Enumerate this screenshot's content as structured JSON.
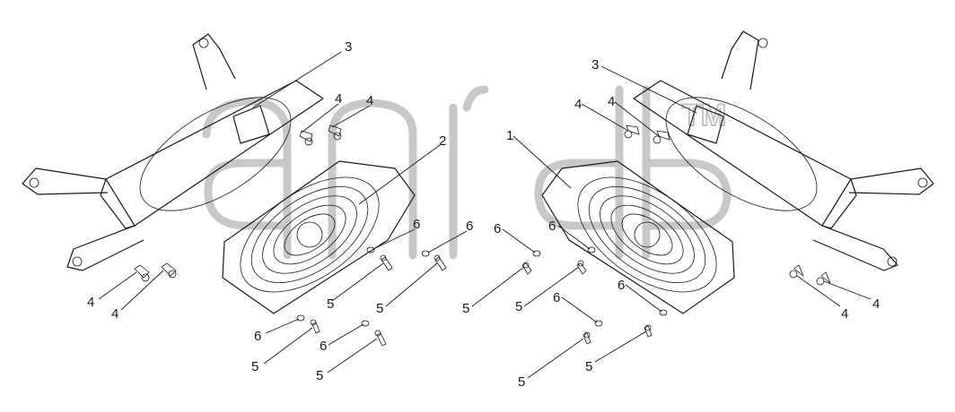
{
  "diagram": {
    "callouts": [
      {
        "label": "3"
      },
      {
        "label": "4"
      },
      {
        "label": "4"
      },
      {
        "label": "2"
      },
      {
        "label": "6"
      },
      {
        "label": "6"
      },
      {
        "label": "4"
      },
      {
        "label": "4"
      },
      {
        "label": "5"
      },
      {
        "label": "5"
      },
      {
        "label": "6"
      },
      {
        "label": "5"
      },
      {
        "label": "6"
      },
      {
        "label": "5"
      },
      {
        "label": "3"
      },
      {
        "label": "4"
      },
      {
        "label": "4"
      },
      {
        "label": "1"
      },
      {
        "label": "6"
      },
      {
        "label": "6"
      },
      {
        "label": "5"
      },
      {
        "label": "5"
      },
      {
        "label": "6"
      },
      {
        "label": "6"
      },
      {
        "label": "5"
      },
      {
        "label": "5"
      },
      {
        "label": "4"
      },
      {
        "label": "4"
      }
    ],
    "watermark_mark": "TM",
    "colors": {
      "lines": "#1a1a1a",
      "watermark": "#9a9a9a"
    }
  }
}
